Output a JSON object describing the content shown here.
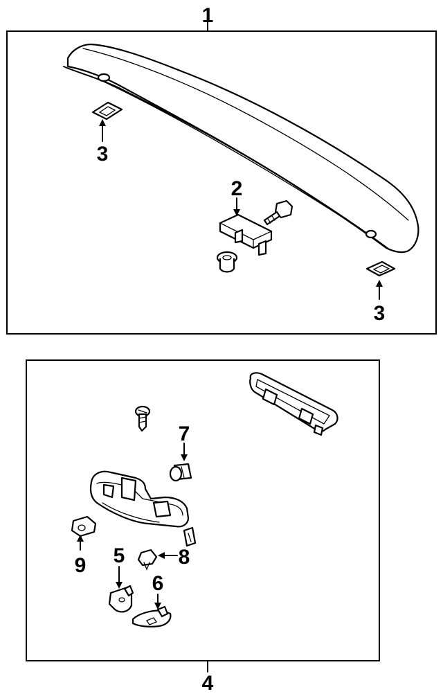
{
  "diagram": {
    "callouts": {
      "c1": "1",
      "c2": "2",
      "c3a": "3",
      "c3b": "3",
      "c4": "4",
      "c5": "5",
      "c6": "6",
      "c7": "7",
      "c8": "8",
      "c9": "9"
    },
    "colors": {
      "line": "#000000",
      "background": "#ffffff"
    }
  }
}
